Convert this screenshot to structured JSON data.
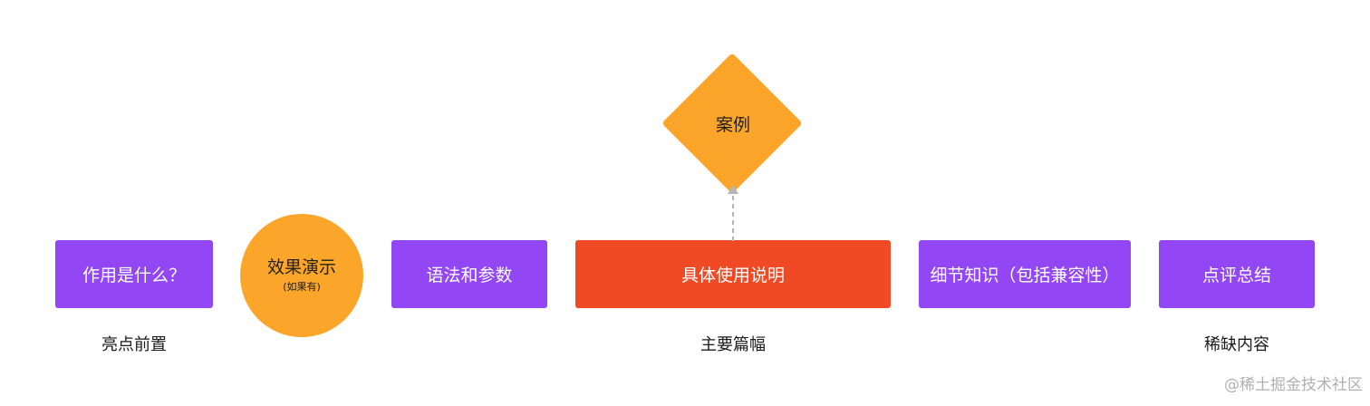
{
  "nodes": {
    "box1": "作用是什么？",
    "circle_main": "效果演示",
    "circle_sub": "(如果有)",
    "box3": "语法和参数",
    "box4": "具体使用说明",
    "box5": "细节知识（包括兼容性）",
    "box6": "点评总结",
    "diamond": "案例"
  },
  "captions": {
    "left": "亮点前置",
    "center": "主要篇幅",
    "right": "稀缺内容"
  },
  "watermark": "@稀土掘金技术社区",
  "colors": {
    "purple": "#9246f4",
    "red": "#ef4a24",
    "orange": "#fba62b",
    "arrow": "#b5b5b5"
  }
}
